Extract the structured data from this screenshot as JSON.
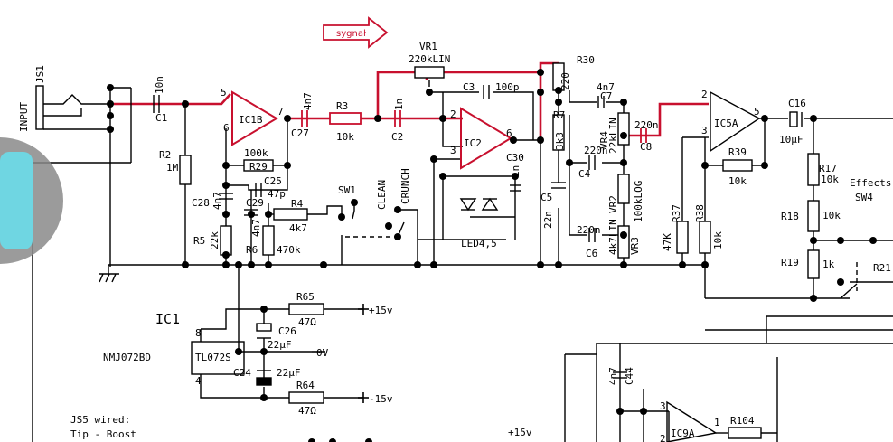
{
  "signal_arrow": {
    "label": "sygnał",
    "color": "#c8102e"
  },
  "highlight_color": "#c8102e",
  "overlay": {
    "left_color": "#6fd6e2",
    "ring_color": "#8a8a8a"
  },
  "labels": {
    "input": "INPUT",
    "js1": "JS1",
    "c1": "C1",
    "c1v": "10n",
    "r2": "R2",
    "r2v": "1M",
    "ic1b": "IC1B",
    "pin5": "5",
    "pin6": "6",
    "pin7": "7",
    "r100k": "100k",
    "r29": "R29",
    "c27": "C27",
    "c27v": "4n7",
    "r3": "R3",
    "r3v": "10k",
    "c2": "C2",
    "c2v": "1n",
    "vr1": "VR1",
    "vr1v": "220kLIN",
    "c3": "C3",
    "c3v": "100p",
    "ic2": "IC2",
    "ic2p2": "2",
    "ic2p3": "3",
    "ic2p6": "6",
    "c30": "C30",
    "c30v": "1n",
    "led": "LED4,5",
    "clean": "CLEAN",
    "crunch": "CRUNCH",
    "sw1": "SW1",
    "c28": "C28",
    "c28v": "4n7",
    "c29": "C29",
    "c29v": "4n7",
    "c25": "C25",
    "c25v": "47p",
    "r4": "R4",
    "r4v": "4k7",
    "r5": "R5",
    "r5v": "22k",
    "r6": "R6",
    "r6v": "470k",
    "r30": "R30",
    "r30v": "220",
    "c7": "C7",
    "c7v": "4n7",
    "r7": "R7",
    "r7v": "3k3",
    "vr4": "VR4",
    "vr4v": "22kLIN",
    "c4": "C4",
    "c4v": "220n",
    "c8": "C8",
    "c8v": "220n",
    "vr2": "VR2",
    "vr2v": "100kLOG",
    "c5": "C5",
    "c5v": "22n",
    "c6": "C6",
    "c6v": "220n",
    "vr3": "VR3",
    "vr3v": "4k7LIN",
    "r37v": "47K",
    "r37": "R37",
    "r38": "R38",
    "r38v": "10k",
    "ic5a": "IC5A",
    "ic5p2": "2",
    "ic5p3": "3",
    "ic5p5": "5",
    "c16": "C16",
    "c16v": "10µF",
    "r39": "R39",
    "r39v": "10k",
    "r17": "R17",
    "r17v": "10k",
    "r18": "R18",
    "r18v": "10k",
    "r19": "R19",
    "r19v": "1k",
    "effects": "Effects",
    "sw4": "SW4",
    "r21": "R21",
    "ic1": "IC1",
    "ic1p8": "8",
    "ic1p4": "4",
    "part": "NMJ072BD",
    "tl": "TL072S",
    "r65": "R65",
    "r65v": "47Ω",
    "p15": "+15v",
    "c26": "C26",
    "c26v": "22µF",
    "ov": "0V",
    "c24": "C24",
    "c24v": "22µF",
    "r64": "R64",
    "r64v": "47Ω",
    "m15": "-15v",
    "c44": "C44",
    "c44v": "4n7",
    "ic9a": "IC9A",
    "ic9p3": "3",
    "ic9p1": "1",
    "ic9p2": "2",
    "r104": "R104",
    "p15b": "+15v",
    "js5": "JS5 wired:",
    "tip": "Tip - Boost"
  }
}
